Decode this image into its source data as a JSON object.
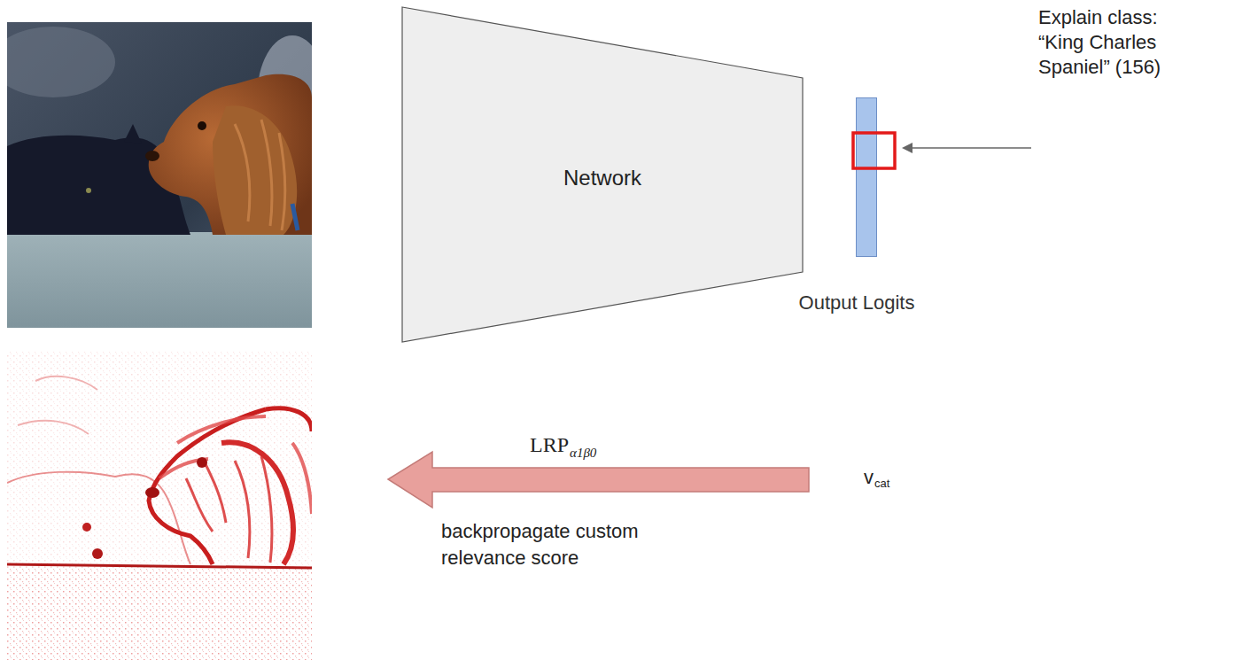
{
  "diagram": {
    "nodes": [
      {
        "text": [
          "Network"
        ]
      },
      {
        "text": [
          "Output Logits"
        ]
      }
    ],
    "labels": [
      "Explain class: “King Charles Spaniel” (156)",
      "LRP",
      "α1β0",
      "v",
      "cat",
      "backpropagate custom relevance score"
    ]
  }
}
